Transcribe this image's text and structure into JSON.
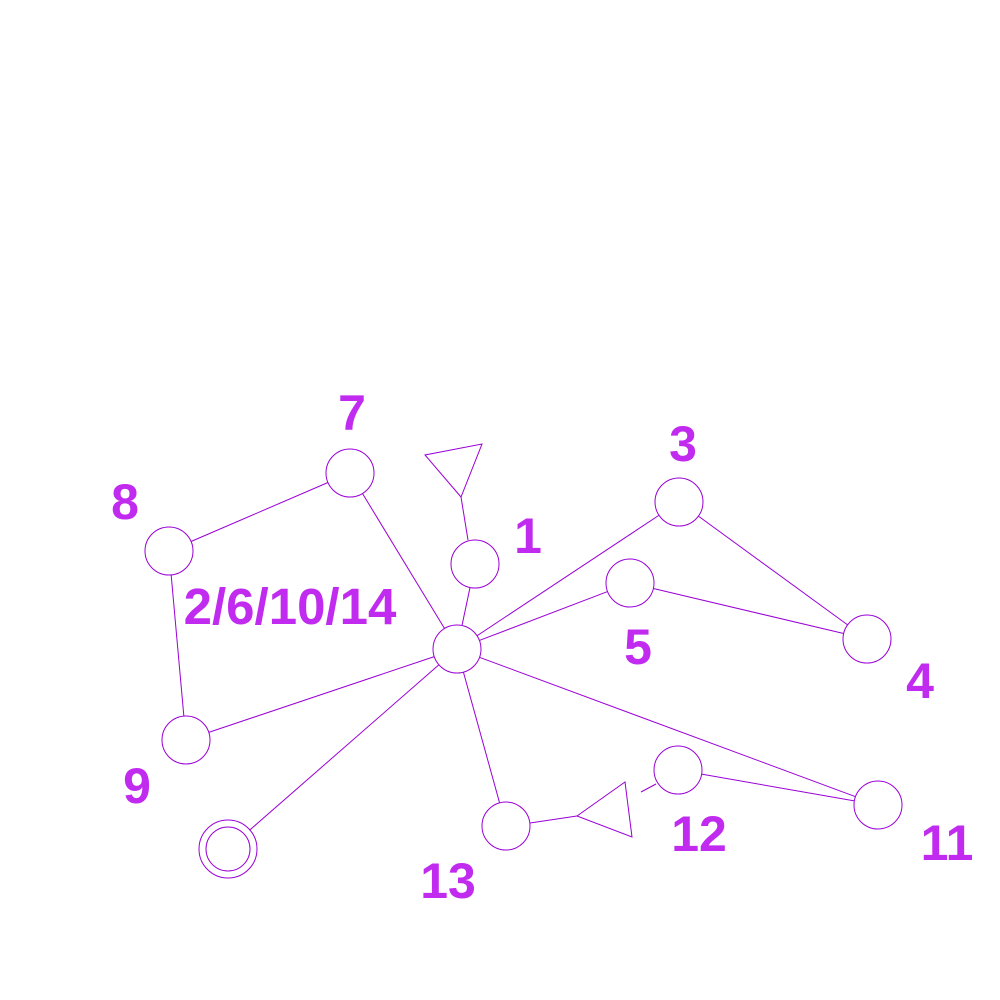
{
  "colors": {
    "stroke": "#9a00d6",
    "label": "#c12bf0",
    "background": "#ffffff"
  },
  "nodes": [
    {
      "id": "hub",
      "label": "2/6/10/14"
    },
    {
      "id": "n1",
      "label": "1"
    },
    {
      "id": "n3",
      "label": "3"
    },
    {
      "id": "n4",
      "label": "4"
    },
    {
      "id": "n5",
      "label": "5"
    },
    {
      "id": "n7",
      "label": "7"
    },
    {
      "id": "n8",
      "label": "8"
    },
    {
      "id": "n9",
      "label": "9"
    },
    {
      "id": "n11",
      "label": "11"
    },
    {
      "id": "n12",
      "label": "12"
    },
    {
      "id": "n13",
      "label": "13"
    },
    {
      "id": "start",
      "label": ""
    }
  ],
  "edges": [
    [
      "hub",
      "n1"
    ],
    [
      "hub",
      "n3"
    ],
    [
      "hub",
      "n5"
    ],
    [
      "hub",
      "n7"
    ],
    [
      "hub",
      "n9"
    ],
    [
      "hub",
      "n11"
    ],
    [
      "hub",
      "n13"
    ],
    [
      "hub",
      "start"
    ],
    [
      "n3",
      "n4"
    ],
    [
      "n5",
      "n4"
    ],
    [
      "n7",
      "n8"
    ],
    [
      "n8",
      "n9"
    ],
    [
      "n12",
      "n11"
    ]
  ],
  "terminals": [
    {
      "from": "n1",
      "direction": "up"
    },
    {
      "from": "n13",
      "direction": "right"
    }
  ]
}
